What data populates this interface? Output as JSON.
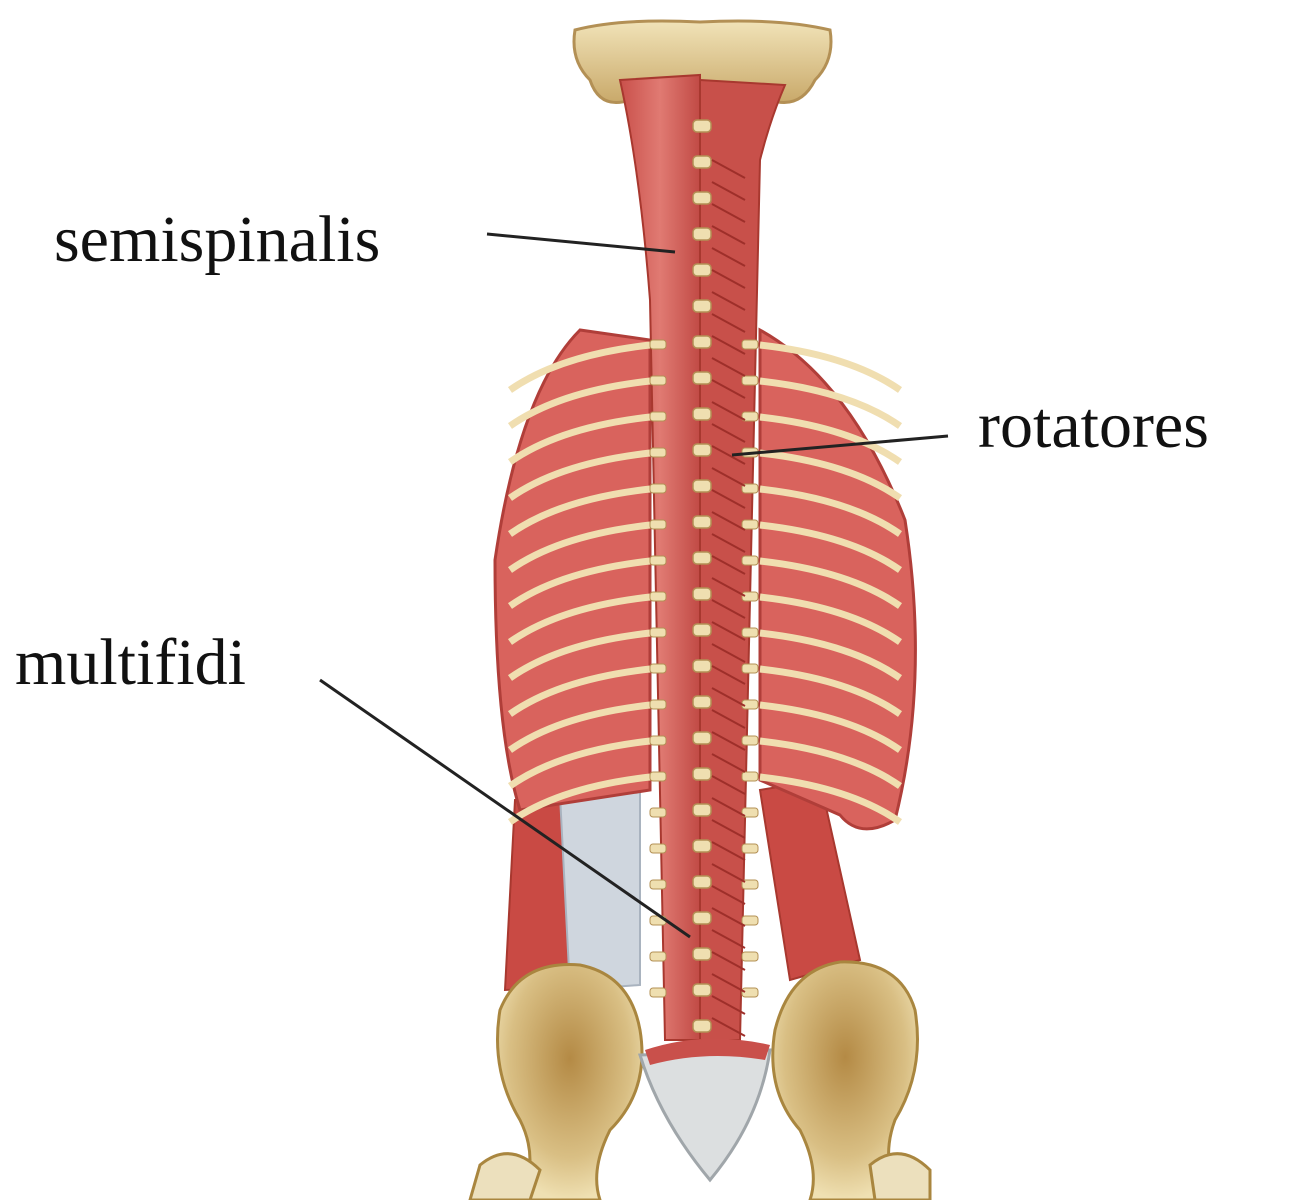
{
  "labels": {
    "semispinalis": "semispinalis",
    "rotatores": "rotatores",
    "multifidi": "multifidi"
  },
  "colors": {
    "muscle": "#d9635d",
    "muscle_dark": "#b8433f",
    "bone": "#e8d6a0",
    "bone_dark": "#c9a96a",
    "fascia": "#cfd6de",
    "leader_line": "#222222",
    "label_text": "#111111"
  }
}
